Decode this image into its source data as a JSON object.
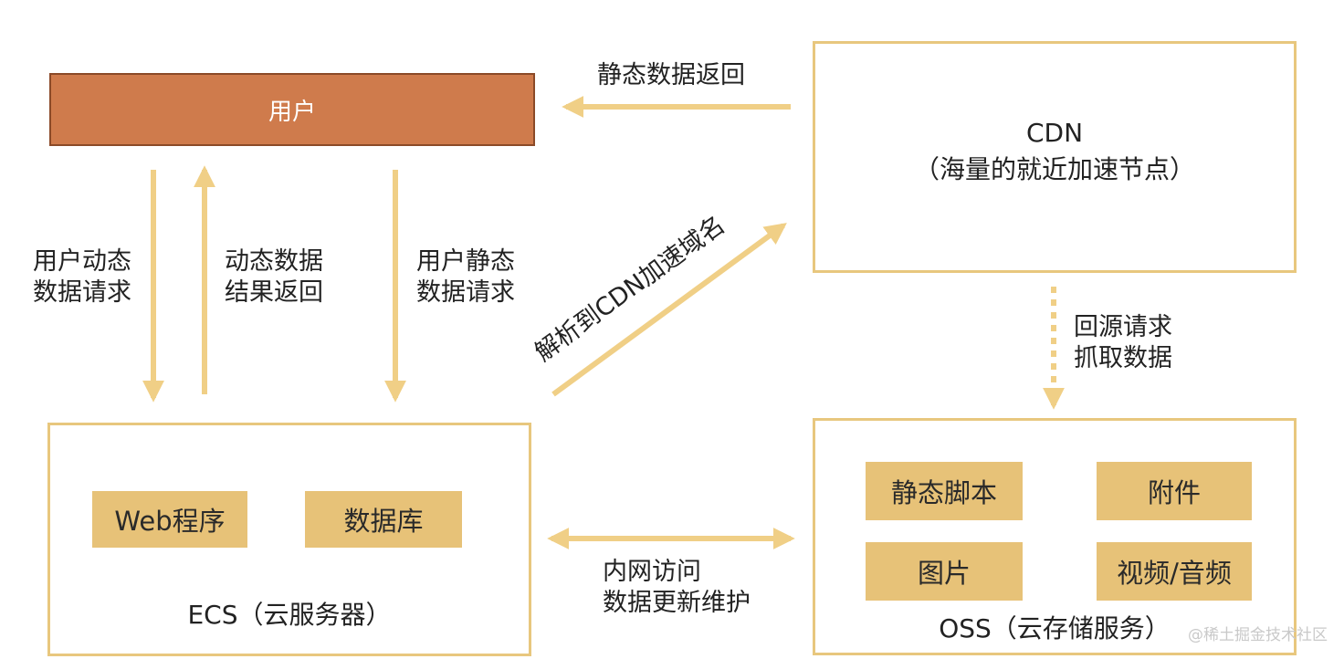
{
  "nodes": {
    "user": "用户",
    "cdn": {
      "title": "CDN",
      "subtitle": "（海量的就近加速节点）"
    },
    "ecs": {
      "title": "ECS（云服务器）",
      "items": [
        "Web程序",
        "数据库"
      ]
    },
    "oss": {
      "title": "OSS（云存储服务）",
      "items": [
        "静态脚本",
        "附件",
        "图片",
        "视频/音频"
      ]
    }
  },
  "edges": {
    "dynamic_request": [
      "用户动态",
      "数据请求"
    ],
    "dynamic_return": [
      "动态数据",
      "结果返回"
    ],
    "static_request": [
      "用户静态",
      "数据请求"
    ],
    "static_return": "静态数据返回",
    "resolve_cdn": "解析到CDN加速域名",
    "origin_fetch": [
      "回源请求",
      "抓取数据"
    ],
    "intranet": [
      "内网访问",
      "数据更新维护"
    ]
  },
  "watermark": "@稀土掘金技术社区",
  "colors": {
    "accent": "#e8c77e",
    "arrow": "#f0cf86",
    "user_box": "#cf7b4c",
    "chip": "#e7c278"
  }
}
